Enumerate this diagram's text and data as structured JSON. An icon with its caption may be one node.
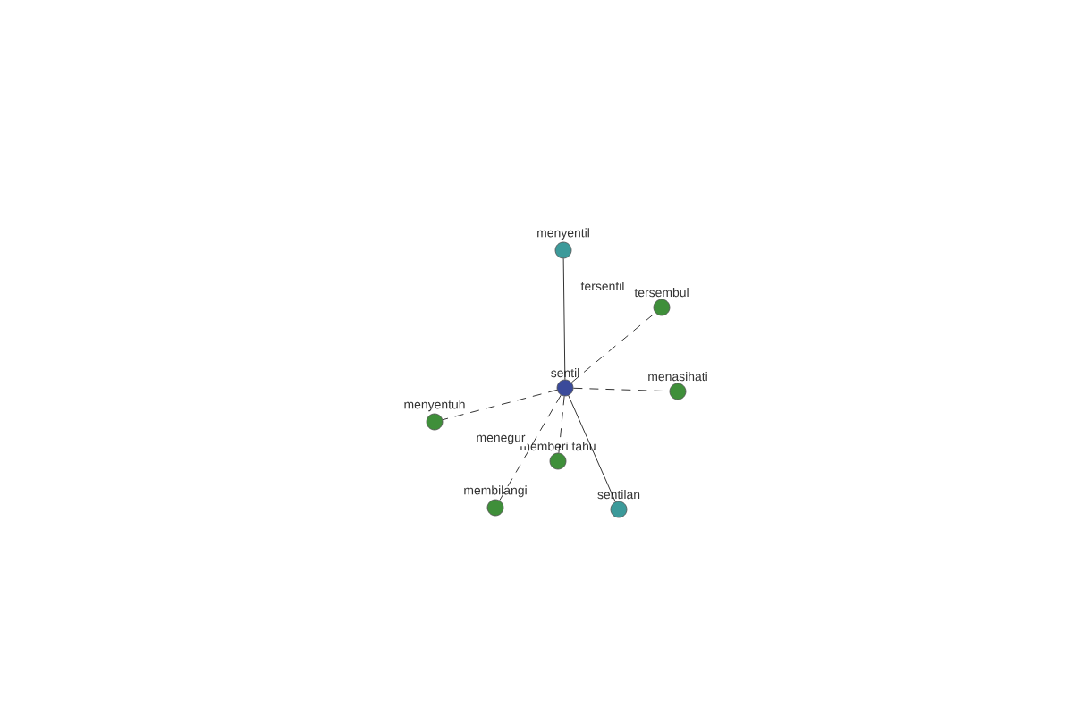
{
  "diagram": {
    "nodes": [
      {
        "text": [
          "sentil"
        ]
      },
      {
        "text": [
          "menyentil"
        ]
      },
      {
        "text": [
          "tersembul"
        ]
      },
      {
        "text": [
          "menasihati"
        ]
      },
      {
        "text": [
          "menyentuh"
        ]
      },
      {
        "text": [
          "memberi tahu"
        ]
      },
      {
        "text": [
          "membilangi"
        ]
      },
      {
        "text": [
          "sentilan"
        ]
      }
    ],
    "edges": [
      {
        "from": 0,
        "to": 1,
        "arrow": "none",
        "label": "tersentil"
      },
      {
        "from": 0,
        "to": 2,
        "arrow": "none",
        "style": "dashed"
      },
      {
        "from": 0,
        "to": 3,
        "arrow": "none",
        "style": "dashed"
      },
      {
        "from": 0,
        "to": 4,
        "arrow": "none",
        "style": "dashed"
      },
      {
        "from": 0,
        "to": 5,
        "arrow": "none",
        "style": "dashed"
      },
      {
        "from": 0,
        "to": 6,
        "arrow": "none",
        "style": "dashed",
        "label": "menegur"
      },
      {
        "from": 0,
        "to": 7,
        "arrow": "none"
      }
    ]
  }
}
